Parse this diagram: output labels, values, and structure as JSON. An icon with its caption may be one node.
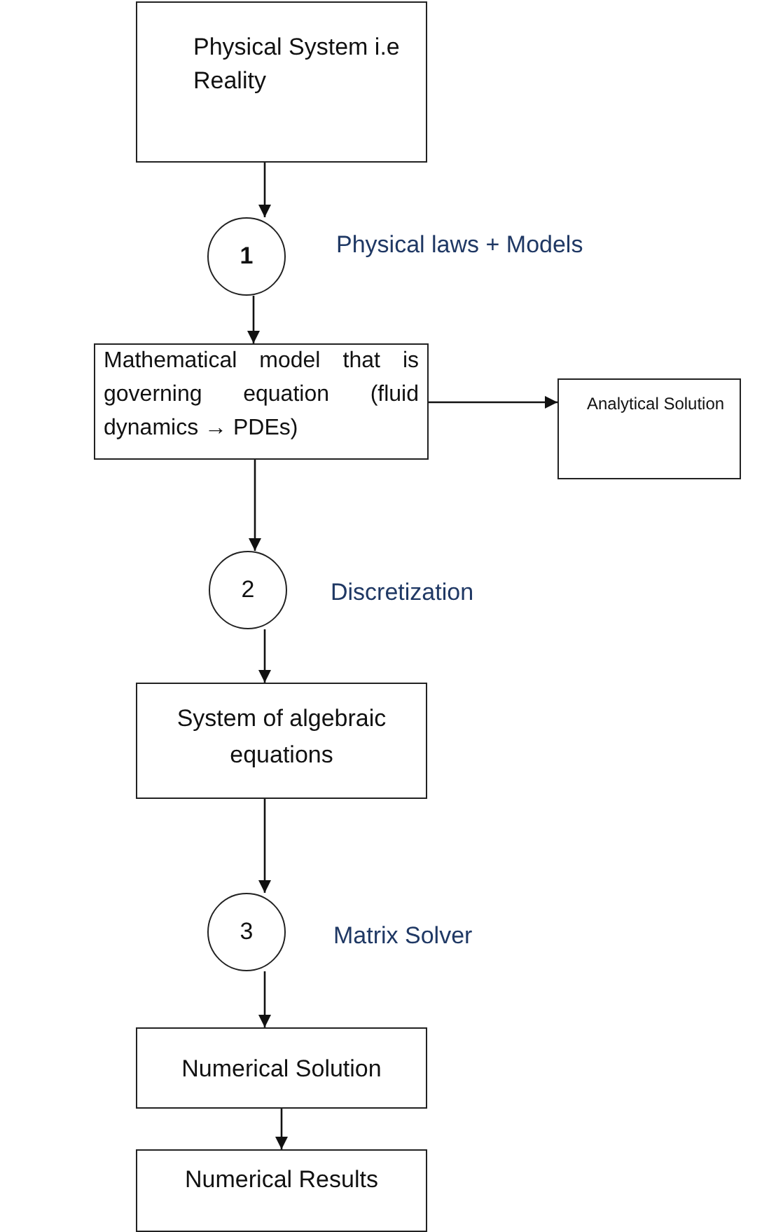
{
  "diagram": {
    "nodes": [
      {
        "text": [
          "Physical System i.e Reality"
        ]
      },
      {
        "text": [
          "1"
        ],
        "beside": [
          "Physical laws + Models"
        ]
      },
      {
        "text": [
          "Mathematical model that is governing equation (fluid dynamics → PDEs)"
        ]
      },
      {
        "text": [
          "Analytical Solution"
        ]
      },
      {
        "text": [
          "2"
        ],
        "beside": [
          "Discretization"
        ]
      },
      {
        "text": [
          "System of algebraic equations"
        ]
      },
      {
        "text": [
          "3"
        ],
        "beside": [
          "Matrix Solver"
        ]
      },
      {
        "text": [
          "Numerical Solution"
        ]
      },
      {
        "text": [
          "Numerical Results"
        ]
      }
    ],
    "edges": [
      {
        "from": 0,
        "to": 1,
        "arrow": "to"
      },
      {
        "from": 1,
        "to": 2,
        "arrow": "to"
      },
      {
        "from": 2,
        "to": 3,
        "arrow": "to"
      },
      {
        "from": 2,
        "to": 4,
        "arrow": "to"
      },
      {
        "from": 4,
        "to": 5,
        "arrow": "to"
      },
      {
        "from": 5,
        "to": 6,
        "arrow": "to"
      },
      {
        "from": 6,
        "to": 7,
        "arrow": "to"
      },
      {
        "from": 7,
        "to": 8,
        "arrow": "to"
      }
    ]
  }
}
